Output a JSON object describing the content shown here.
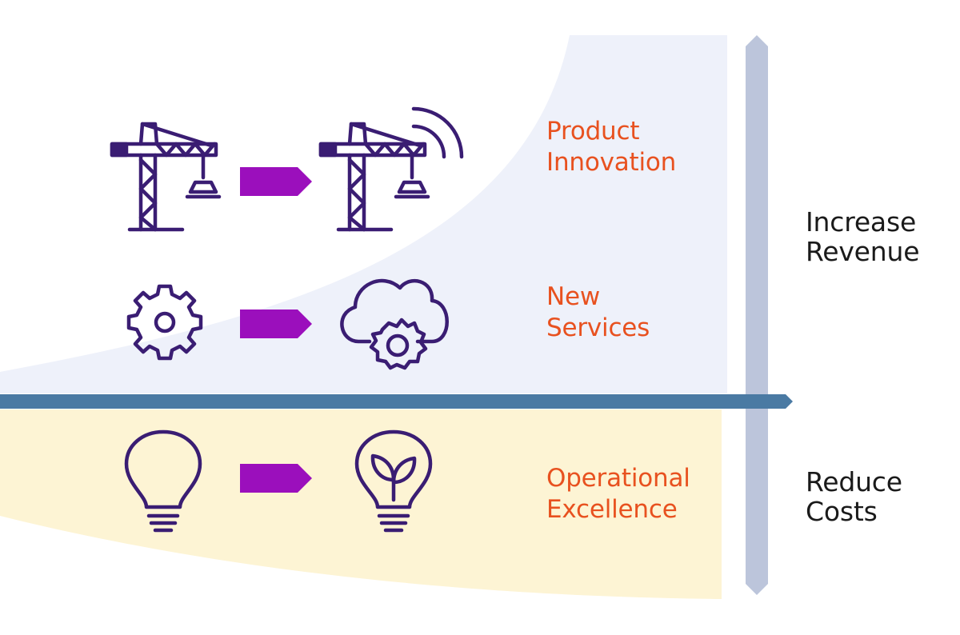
{
  "rows": [
    {
      "title_lines": [
        "Product",
        "Innovation"
      ],
      "from_icon": "crane-icon",
      "to_icon": "connected-crane-icon"
    },
    {
      "title_lines": [
        "New",
        "Services"
      ],
      "from_icon": "gear-icon",
      "to_icon": "cloud-gear-icon"
    },
    {
      "title_lines": [
        "Operational",
        "Excellence"
      ],
      "from_icon": "lightbulb-icon",
      "to_icon": "eco-lightbulb-icon"
    }
  ],
  "sides": {
    "increase_lines": [
      "Increase",
      "Revenue"
    ],
    "reduce_lines": [
      "Reduce",
      "Costs"
    ]
  },
  "colors": {
    "revenue_area": "#eef1fa",
    "cost_area": "#fdf4d4",
    "icon_stroke": "#3a1d73",
    "arrow_fill": "#9b0fbc",
    "label_color": "#e8511f",
    "axis_horizontal": "#4a7aa3",
    "axis_vertical": "#bcc5db"
  }
}
